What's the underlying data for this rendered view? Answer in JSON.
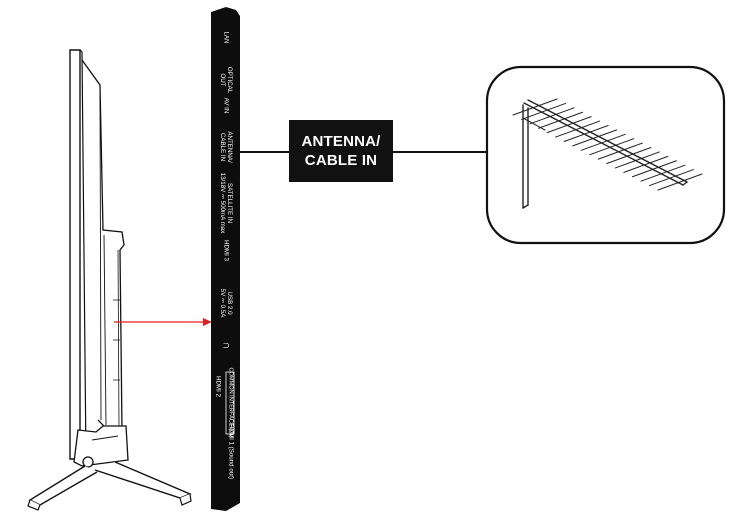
{
  "callout": {
    "line1": "ANTENNA/",
    "line2": "CABLE IN"
  },
  "ports": [
    {
      "id": "lan",
      "lines": [
        "LAN"
      ]
    },
    {
      "id": "optical",
      "lines": [
        "OPTICAL",
        "OUT"
      ]
    },
    {
      "id": "av",
      "lines": [
        "AV IN"
      ]
    },
    {
      "id": "antenna",
      "lines": [
        "ANTENNA/",
        "CABLE IN"
      ]
    },
    {
      "id": "satellite",
      "lines": [
        "SATELLITE IN",
        "13/18V ⎓ 500mA max"
      ]
    },
    {
      "id": "hdmi3",
      "lines": [
        "HDMI 3"
      ]
    },
    {
      "id": "usb",
      "lines": [
        "USB 2.0",
        "5V ⎓ 0.5A"
      ]
    },
    {
      "id": "headphone",
      "lines": [
        "∩"
      ]
    },
    {
      "id": "ci",
      "lines": [
        "COMMON INTERFACE (CI)"
      ]
    },
    {
      "id": "hdmi2",
      "lines": [
        "HDMI 2"
      ]
    },
    {
      "id": "hdmi1",
      "lines": [
        "HDMI 1 (Sound out)"
      ]
    }
  ],
  "colors": {
    "panel": "#0d0d0d",
    "pointer": "#e02020",
    "line": "#111111"
  },
  "icons": {
    "antenna": "antenna-icon",
    "tv": "tv-side-view-icon"
  }
}
